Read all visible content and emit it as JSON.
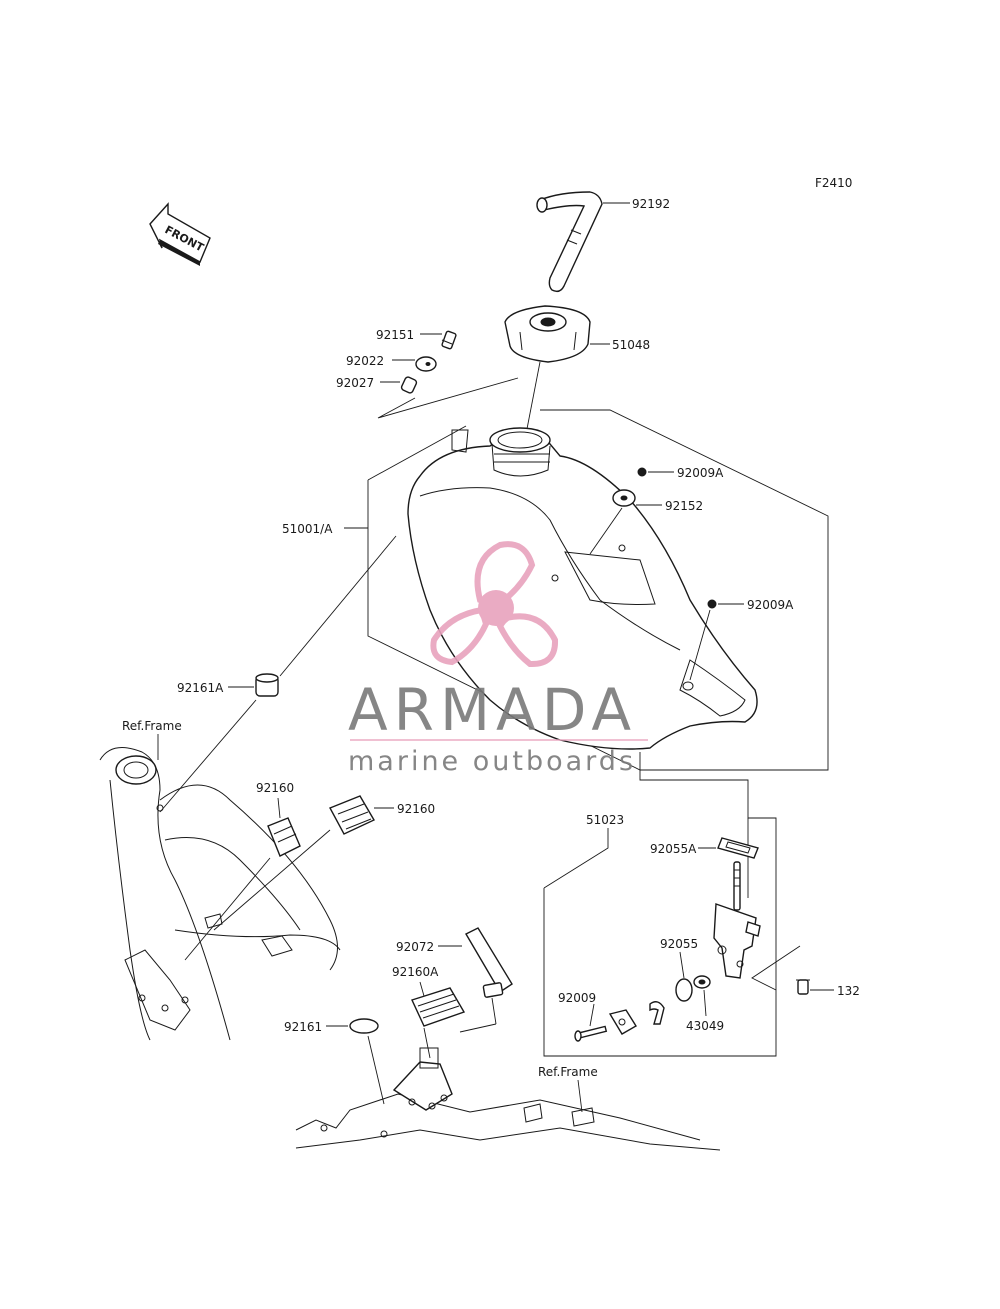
{
  "diagram": {
    "code": "F2410",
    "front_label": "FRONT",
    "parts": {
      "p92192": "92192",
      "p51048": "51048",
      "p92151": "92151",
      "p92022": "92022",
      "p92027": "92027",
      "p92009A_top": "92009A",
      "p92152": "92152",
      "p51001A": "51001/A",
      "p92009A_right": "92009A",
      "p92161A": "92161A",
      "p92160_left": "92160",
      "p92160_right": "92160",
      "p51023": "51023",
      "p92055A": "92055A",
      "p92072": "92072",
      "p92160A": "92160A",
      "p92055": "92055",
      "p92009": "92009",
      "p43049": "43049",
      "p132": "132",
      "p92161": "92161"
    },
    "ref_frame_left": "Ref.Frame",
    "ref_frame_bottom": "Ref.Frame"
  },
  "watermark": {
    "brand": "ARMADA",
    "tagline": "marine outboards",
    "colors": {
      "brand": "#7a7a7a",
      "accent": "#e8a2bd"
    }
  }
}
